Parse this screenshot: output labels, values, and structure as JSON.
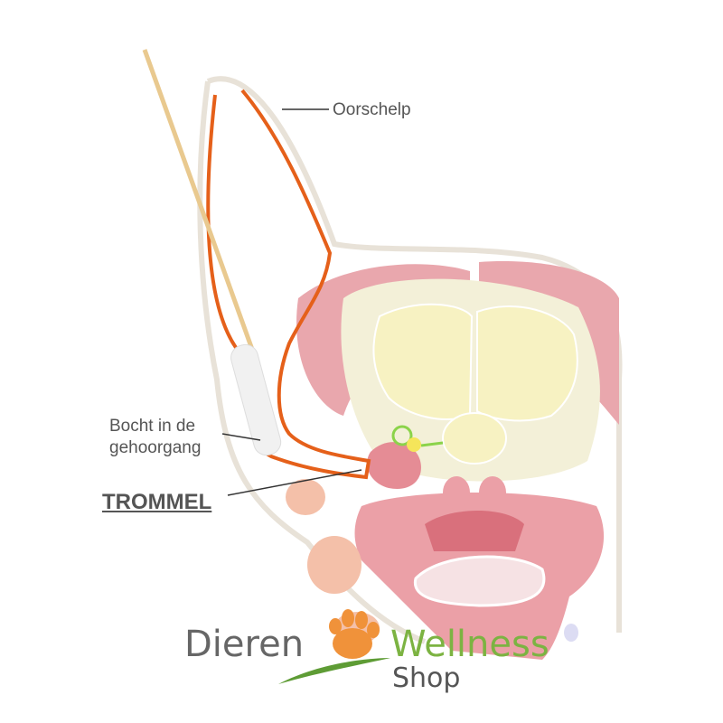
{
  "labels": {
    "pinna": "Oorschelp",
    "bend_line1": "Bocht in de",
    "bend_line2": "gehoorgang",
    "eardrum": "TROMMEL"
  },
  "logo": {
    "word1": "Dieren",
    "word2": "Wellness",
    "word3": "Shop"
  },
  "colors": {
    "ear_canal": "#e5601a",
    "muscle": "#e8a3a8",
    "brain": "#f6f1c4",
    "logo_orange": "#f0923a",
    "logo_green": "#7cb342",
    "logo_gray": "#666666"
  }
}
